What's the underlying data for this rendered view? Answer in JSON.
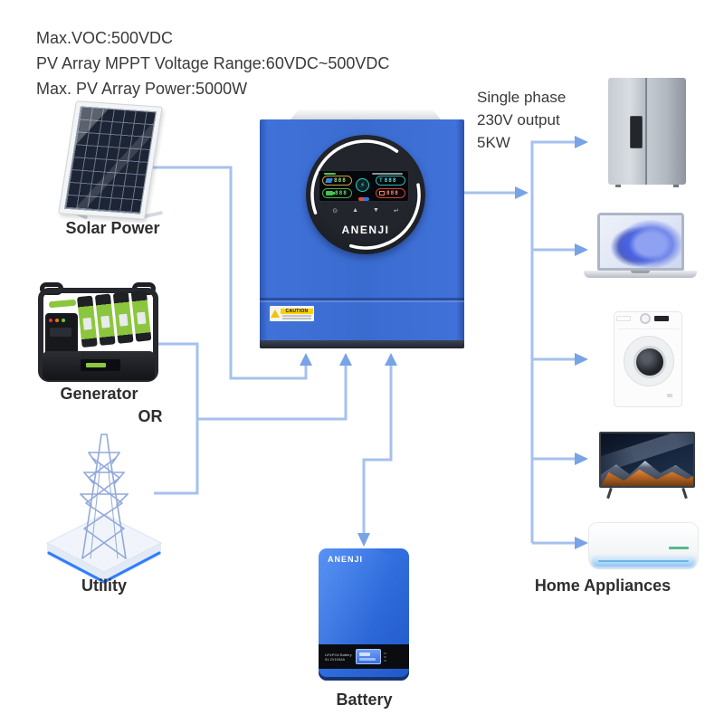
{
  "colors": {
    "line": "#a6c1ee",
    "arrow": "#78a3e6",
    "ink": "#3a3a3a",
    "inverter-blue": "#3a6cd0",
    "battery-blue": "#2f6fe0",
    "glow-blue": "#2f7dff"
  },
  "specs": {
    "lines": [
      "Max.VOC:500VDC",
      "PV Array MPPT Voltage Range:60VDC~500VDC",
      "Max. PV Array Power:5000W"
    ]
  },
  "output_note": {
    "lines": [
      "Single phase",
      "230V output",
      "5KW"
    ]
  },
  "labels": {
    "solar": "Solar Power",
    "generator": "Generator",
    "or": "OR",
    "utility": "Utility",
    "appliances": "Home Appliances",
    "battery": "Battery"
  },
  "inverter": {
    "brand": "ANENJI",
    "caution": "CAUTION",
    "bolt": "⚡",
    "display": {
      "pv": "888",
      "grid": "888",
      "battery": "888",
      "load": "888"
    },
    "touch_icons": {
      "power": "⊙",
      "up": "▲",
      "down": "▼",
      "enter": "↵"
    }
  },
  "battery_unit": {
    "brand": "ANENJI",
    "band_line1": "LiFePO4 Battery",
    "band_line2": "51.2V100Ah"
  },
  "appliance_icons": [
    "refrigerator-icon",
    "laptop-icon",
    "washing-machine-icon",
    "tv-icon",
    "air-conditioner-icon"
  ]
}
